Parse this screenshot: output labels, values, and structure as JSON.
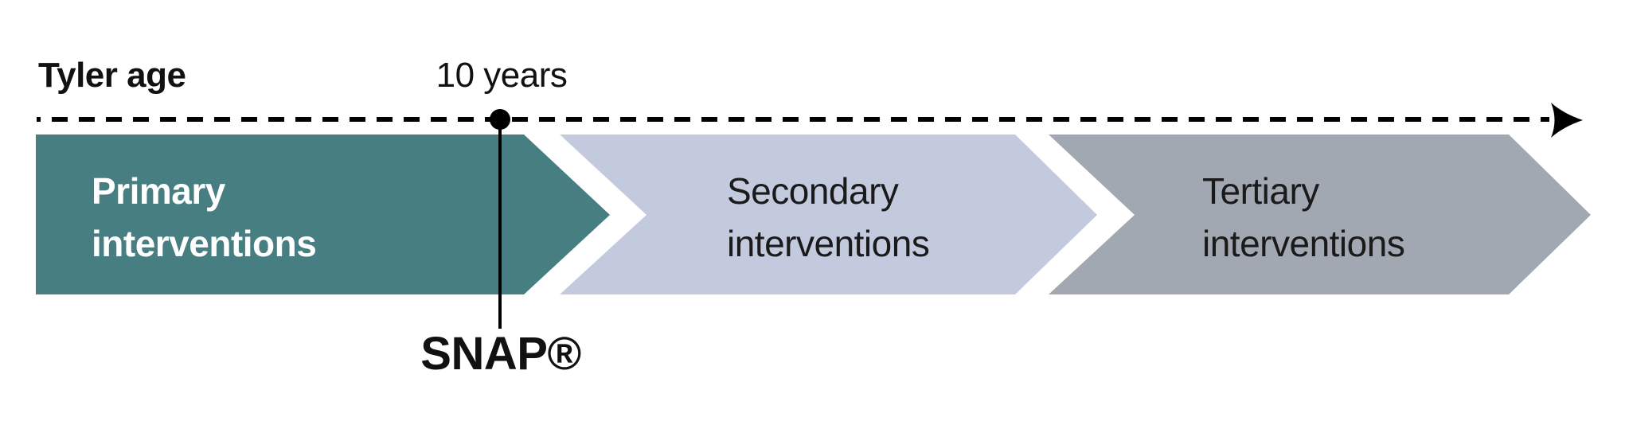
{
  "diagram": {
    "age_axis_label": "Tyler age",
    "milestone": {
      "age_label": "10 years",
      "program_label": "SNAP®"
    },
    "stages": [
      {
        "label": "Primary interventions",
        "line1": "Primary",
        "line2": "interventions",
        "color": "#477E81",
        "text_color": "#FFFFFF"
      },
      {
        "label": "Secondary interventions",
        "line1": "Secondary",
        "line2": "interventions",
        "color": "#C3CADE",
        "text_color": "#1A1A1A"
      },
      {
        "label": "Tertiary interventions",
        "line1": "Tertiary",
        "line2": "interventions",
        "color": "#A1A8B2",
        "text_color": "#1A1A1A"
      }
    ],
    "timeline_color": "#000000"
  }
}
